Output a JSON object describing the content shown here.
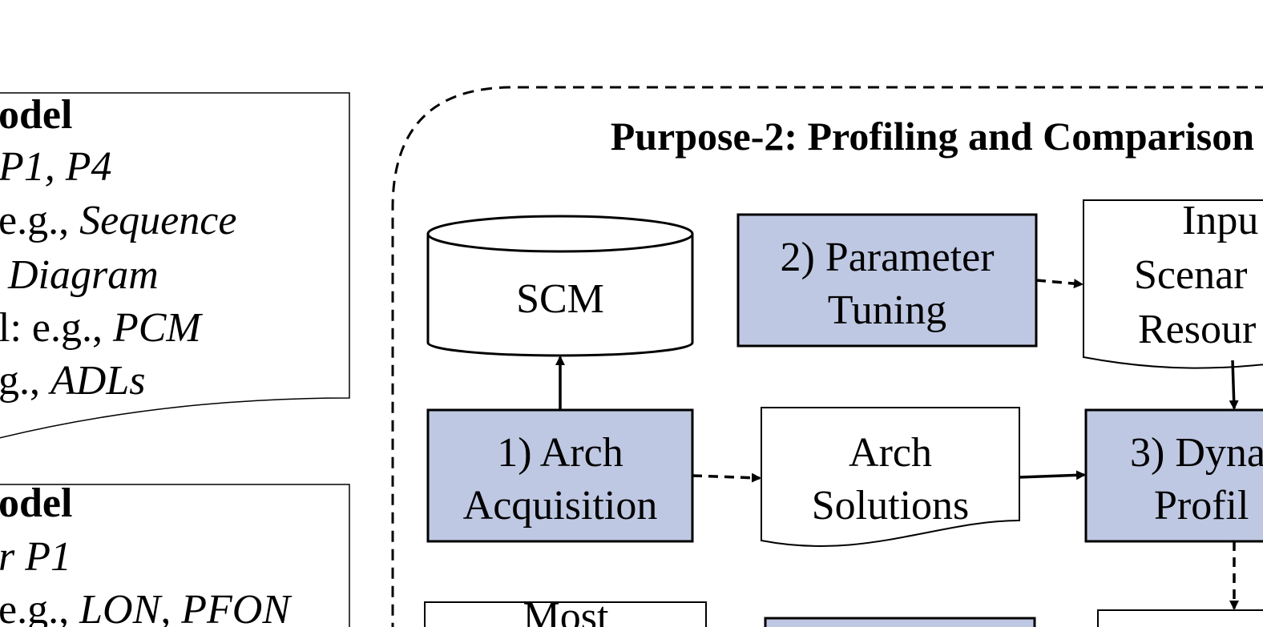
{
  "left_panel": {
    "upper_doc": {
      "lines": [
        {
          "plain": "odel",
          "italic": "",
          "bold": true
        },
        {
          "plain": "",
          "italic": "P1, P4",
          "bold": false
        },
        {
          "plain": "e.g., ",
          "italic": "Sequence",
          "bold": false
        },
        {
          "plain": "",
          "italic": "Diagram",
          "bold": false
        },
        {
          "plain": "l: e.g., ",
          "italic": "PCM",
          "bold": false
        },
        {
          "plain": "g., ",
          "italic": "ADLs",
          "bold": false
        }
      ]
    },
    "lower_doc": {
      "lines": [
        {
          "plain": "odel",
          "italic": "",
          "bold": true
        },
        {
          "plain": "",
          "italic": "r P1",
          "bold": false
        },
        {
          "plain": "e.g., ",
          "italic": "LON, PFON",
          "bold": false
        }
      ]
    }
  },
  "purpose2": {
    "title": "Purpose-2: Profiling and Comparison",
    "nodes": {
      "scm": {
        "label": "SCM"
      },
      "parameter_tuning": {
        "line1": "2) Parameter",
        "line2": "Tuning"
      },
      "input_scenarios": {
        "line1": "Inpu",
        "line2": "Scenar",
        "line3": "Resour"
      },
      "arch_acquisition": {
        "line1": "1) Arch",
        "line2": "Acquisition"
      },
      "arch_solutions": {
        "line1": "Arch",
        "line2": "Solutions"
      },
      "dynamic_profiling": {
        "line1": "3) Dyna",
        "line2": "Profil"
      },
      "most": {
        "label": "Most"
      }
    }
  },
  "colors": {
    "process_fill": "#bfc8e2",
    "stroke": "#000000",
    "background": "#ffffff"
  }
}
